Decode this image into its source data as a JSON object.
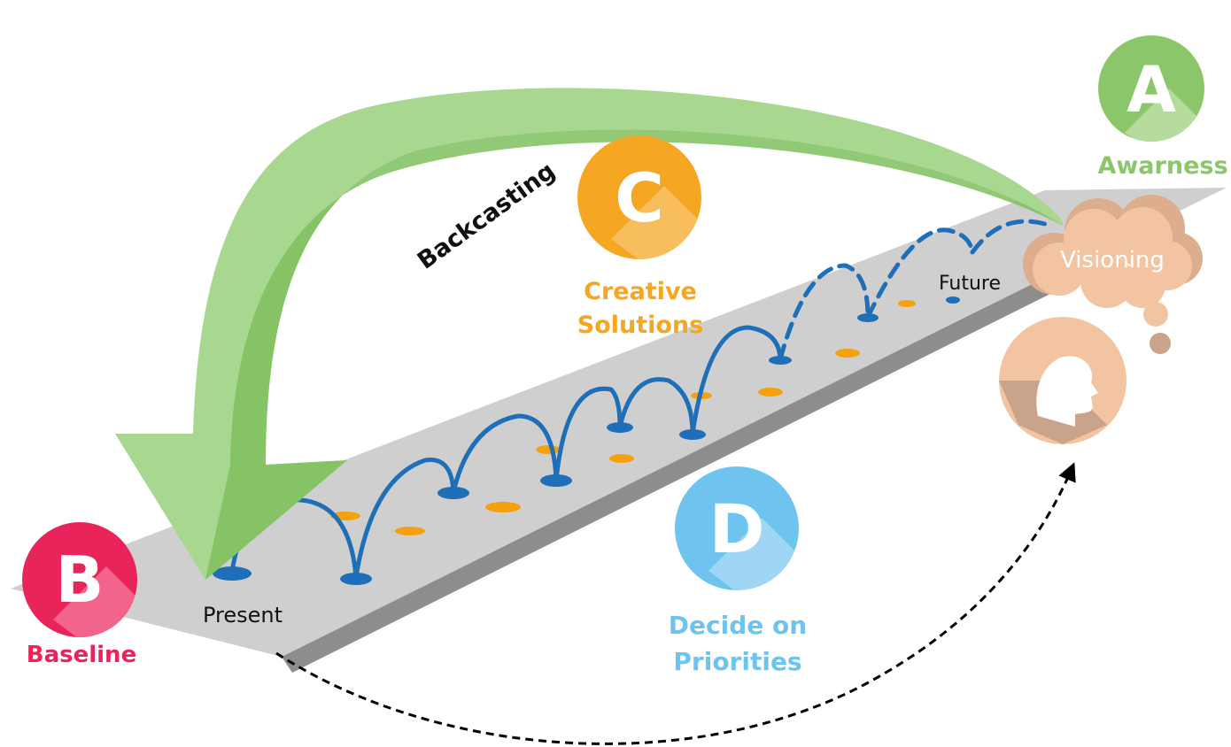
{
  "baseline": {
    "letter": "B",
    "label": "Baseline",
    "color": "#e8245a"
  },
  "awareness": {
    "letter": "A",
    "label": "Awarness",
    "color": "#8cc66b"
  },
  "creative": {
    "letter": "C",
    "label_line1": "Creative",
    "label_line2": "Solutions",
    "color": "#f5a623"
  },
  "decide": {
    "letter": "D",
    "label_line1": "Decide on",
    "label_line2": "Priorities",
    "color": "#6fc3ef"
  },
  "path": {
    "start_label": "Present",
    "end_label": "Future"
  },
  "backcasting_label": "Backcasting",
  "vision": {
    "label": "Visioning",
    "cloud_color": "#f2c4a2",
    "head_icon": "head-profile-icon"
  },
  "colors": {
    "road": "#cfcfcf",
    "road_edge": "#8d8d8d",
    "steps": "#1f6fb8",
    "dashes": "#f5a00f",
    "arrow": "#8cc66b"
  }
}
